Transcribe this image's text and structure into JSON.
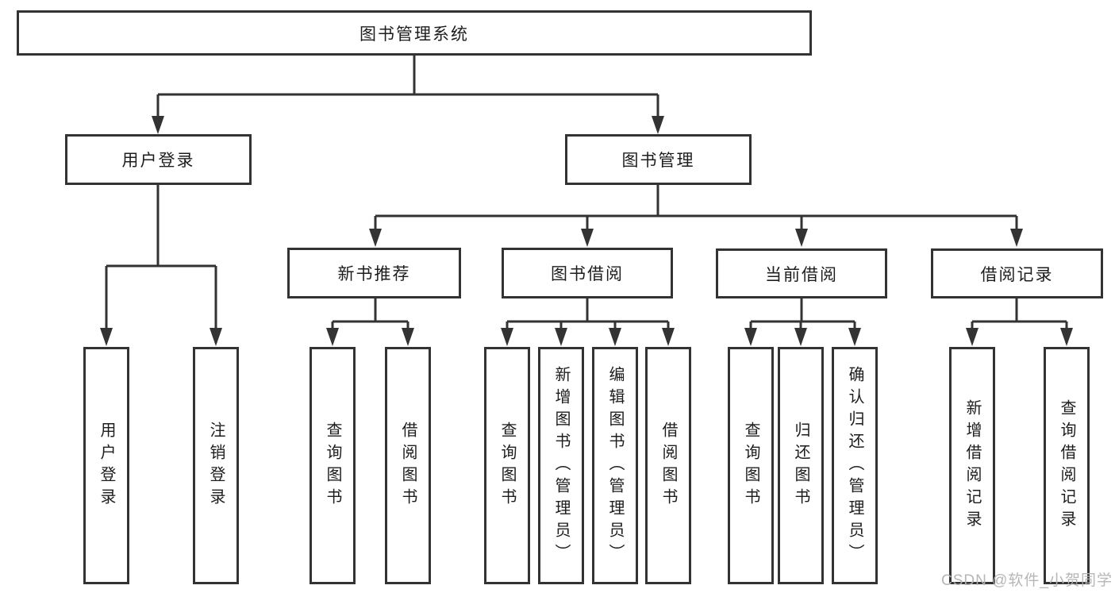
{
  "tree": {
    "root": {
      "label": "图书管理系统"
    },
    "user_login": {
      "label": "用户登录",
      "children": [
        {
          "label": "用户登录"
        },
        {
          "label": "注销登录"
        }
      ]
    },
    "book_management": {
      "label": "图书管理",
      "children": [
        {
          "label": "新书推荐",
          "children": [
            {
              "label": "查询图书"
            },
            {
              "label": "借阅图书"
            }
          ]
        },
        {
          "label": "图书借阅",
          "children": [
            {
              "label": "查询图书"
            },
            {
              "label": "新增图书（管理员）"
            },
            {
              "label": "编辑图书（管理员）"
            },
            {
              "label": "借阅图书"
            }
          ]
        },
        {
          "label": "当前借阅",
          "children": [
            {
              "label": "查询图书"
            },
            {
              "label": "归还图书"
            },
            {
              "label": "确认归还（管理员）"
            }
          ]
        },
        {
          "label": "借阅记录",
          "children": [
            {
              "label": "新增借阅记录"
            },
            {
              "label": "查询借阅记录"
            }
          ]
        }
      ]
    }
  },
  "watermark": "CSDN @软件_小贺同学",
  "colors": {
    "line": "#333333",
    "text": "#1d1d1d",
    "background": "#ffffff",
    "watermark": "#b3b3b3"
  }
}
